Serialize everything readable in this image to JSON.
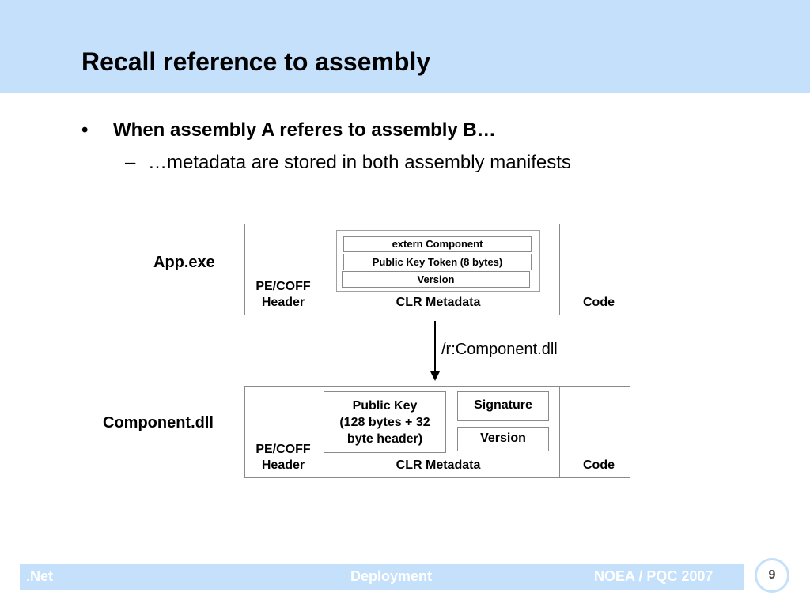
{
  "slide": {
    "title": "Recall reference to assembly",
    "bullets": [
      {
        "marker": "•",
        "text": "When assembly A referes to assembly B…"
      },
      {
        "marker": "–",
        "text": "…metadata are stored in both assembly manifests"
      }
    ]
  },
  "diagram": {
    "app": {
      "label": "App.exe",
      "pe_header": "PE/COFF\nHeader",
      "clr_metadata": "CLR Metadata",
      "code": "Code",
      "fields": [
        "extern Component",
        "Public Key Token (8 bytes)",
        "Version"
      ]
    },
    "arrow_label": "/r:Component.dll",
    "component": {
      "label": "Component.dll",
      "pe_header": "PE/COFF\nHeader",
      "clr_metadata": "CLR Metadata",
      "code": "Code",
      "public_key": "Public Key\n(128 bytes + 32\nbyte header)",
      "signature": "Signature",
      "version": "Version"
    }
  },
  "footer": {
    "left": ".Net",
    "center": "Deployment",
    "right": "NOEA / PQC 2007",
    "page_number": "9"
  },
  "colors": {
    "band": "#c4e0fb",
    "footer_text": "#ffffff",
    "border": "#8a8a8a"
  }
}
